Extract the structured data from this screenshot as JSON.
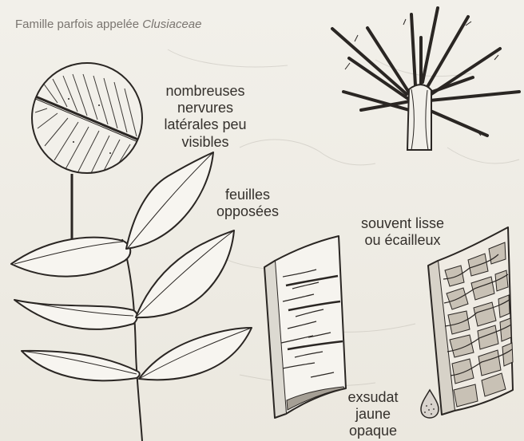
{
  "header": {
    "prefix": "Famille parfois appelée ",
    "family": "Clusiaceae"
  },
  "annotations": {
    "nervures": [
      "nombreuses",
      "nervures",
      "latérales peu",
      "visibles"
    ],
    "feuilles": [
      "feuilles",
      "opposées"
    ],
    "ecorce": [
      "souvent lisse",
      "ou écailleux"
    ],
    "exsudat": [
      "exsudat",
      "jaune",
      "opaque"
    ]
  },
  "colors": {
    "ink": "#2a2623",
    "paper": "#efece4",
    "header": "#7a7570",
    "drop": "#d9d4ce"
  }
}
